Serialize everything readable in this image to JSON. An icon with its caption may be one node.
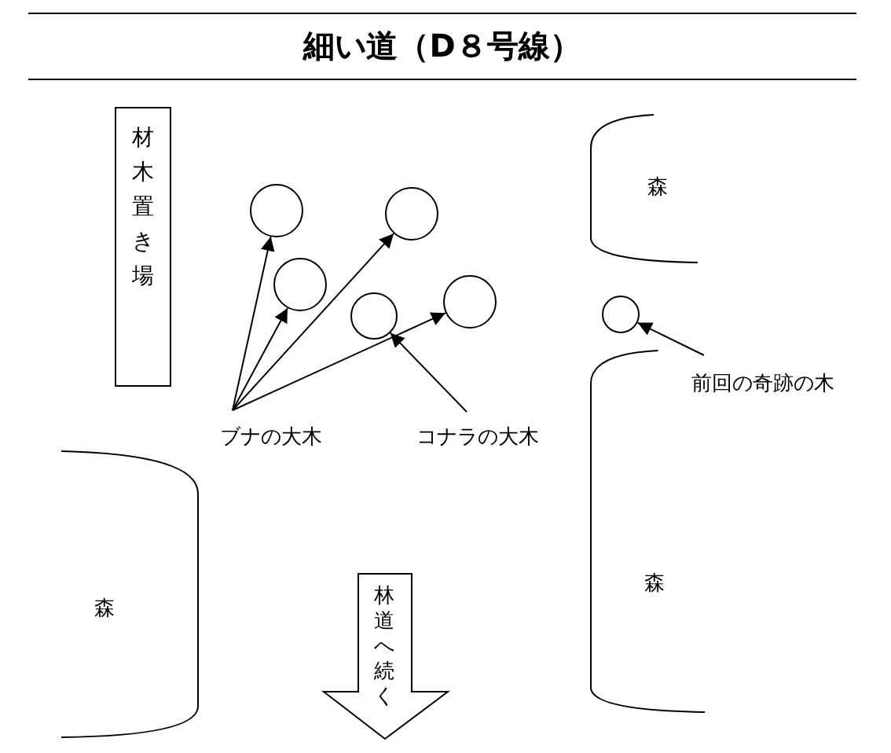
{
  "diagram": {
    "nodes": [
      {
        "text": [
          "細い道（D８号線）"
        ]
      },
      {
        "text": [
          "材木置き場"
        ]
      },
      {
        "text": [
          "森"
        ]
      },
      {
        "text": [
          "森"
        ]
      },
      {
        "text": [
          "森"
        ]
      },
      {
        "text": [
          "林道へ続く"
        ]
      },
      {
        "text": [
          "ブナの大木"
        ]
      },
      {
        "text": [
          "コナラの大木"
        ]
      },
      {
        "text": [
          "前回の奇跡の木"
        ]
      },
      {
        "text": [],
        "shape": "circle"
      },
      {
        "text": [],
        "shape": "circle"
      },
      {
        "text": [],
        "shape": "circle"
      },
      {
        "text": [],
        "shape": "circle"
      },
      {
        "text": [],
        "shape": "circle"
      },
      {
        "text": [],
        "shape": "circle"
      }
    ],
    "edges": [
      {
        "from": 6,
        "to": 9,
        "arrow": "to"
      },
      {
        "from": 6,
        "to": 11,
        "arrow": "to"
      },
      {
        "from": 6,
        "to": 10,
        "arrow": "to"
      },
      {
        "from": 6,
        "to": 12,
        "arrow": "to"
      },
      {
        "from": 7,
        "to": 14,
        "arrow": "to"
      },
      {
        "from": 8,
        "to": 13,
        "arrow": "to"
      }
    ]
  }
}
